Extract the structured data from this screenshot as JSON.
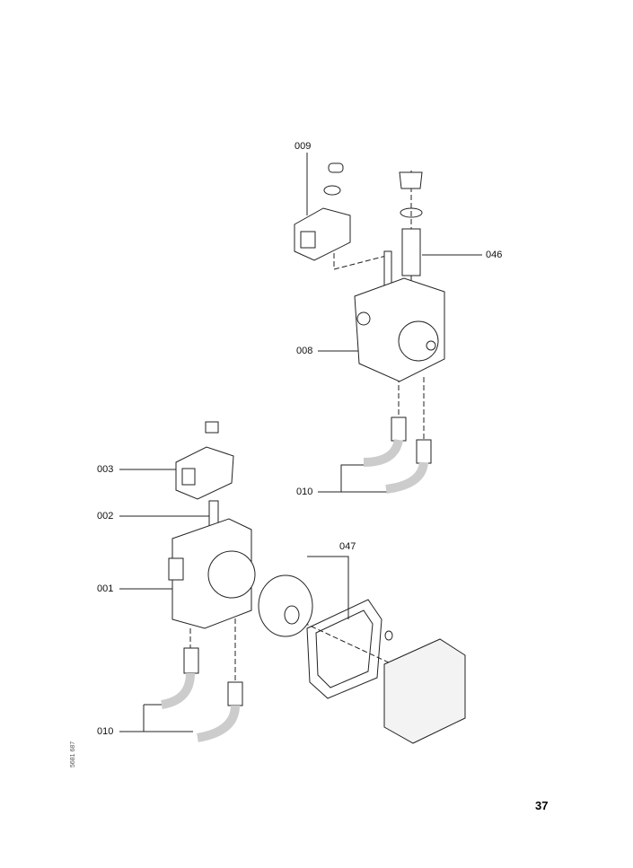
{
  "labels": {
    "l009": "009",
    "l046": "046",
    "l008": "008",
    "l010a": "010",
    "l003": "003",
    "l002": "002",
    "l001": "001",
    "l047": "047",
    "l010b": "010"
  },
  "page_number": "37",
  "drawing_code": "5681 687"
}
